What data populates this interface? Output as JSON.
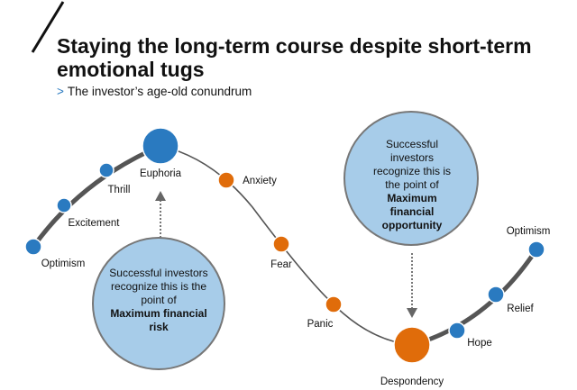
{
  "header": {
    "title": "Staying the long-term course despite short-term emotional tugs",
    "subtitle_marker": ">",
    "subtitle": "The investor’s age-old conundrum"
  },
  "stages": [
    {
      "label": "Optimism",
      "color": "#2a7ac0"
    },
    {
      "label": "Excitement",
      "color": "#2a7ac0"
    },
    {
      "label": "Thrill",
      "color": "#2a7ac0"
    },
    {
      "label": "Euphoria",
      "color": "#2a7ac0"
    },
    {
      "label": "Anxiety",
      "color": "#e06c0a"
    },
    {
      "label": "Fear",
      "color": "#e06c0a"
    },
    {
      "label": "Panic",
      "color": "#e06c0a"
    },
    {
      "label": "Despondency",
      "color": "#e06c0a"
    },
    {
      "label": "Hope",
      "color": "#2a7ac0"
    },
    {
      "label": "Relief",
      "color": "#2a7ac0"
    },
    {
      "label": "Optimism",
      "color": "#2a7ac0"
    }
  ],
  "callouts": {
    "risk": {
      "text": "Successful investors recognize this is the point of",
      "bold": "Maximum financial risk"
    },
    "opportunity": {
      "text": "Successful investors recognize this is the point of",
      "bold": "Maximum financial opportunity"
    }
  },
  "colors": {
    "blue": "#2a7ac0",
    "orange": "#e06c0a",
    "bubble": "#a7cce9",
    "line": "#555555"
  }
}
